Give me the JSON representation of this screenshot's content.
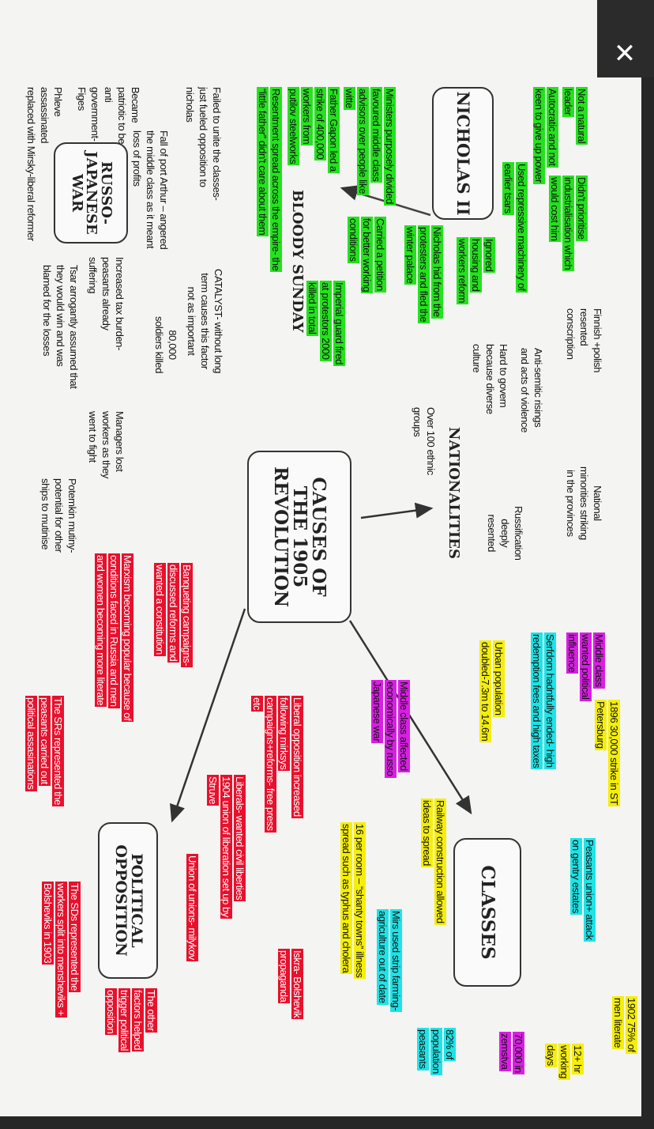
{
  "viewer": {
    "close_icon": "close-icon"
  },
  "colors": {
    "green": "#25e11f",
    "yellow": "#f5ee0a",
    "magenta": "#d81fe3",
    "cyan": "#1fe3e6",
    "red": "#e8112d"
  },
  "center": {
    "title": "CAUSES OF\nTHE 1905\nREVOLUTION"
  },
  "nicholas": {
    "title": "NICHOLAS II",
    "points": [
      "Not a natural\nleader",
      "Autocratic and not\nkeen to give up power",
      "Didn't prioritise\nindustrialisation which\nwould cost him",
      "Used repressive machinery of\nearlier tsars",
      "Ignored\nhousing and\nworkers reform",
      "Ministers purposely divided\nfavoured middle class\nadvisors over people like\nwitte"
    ]
  },
  "bloody_sunday": {
    "title": "BLOODY SUNDAY",
    "points": [
      "Father Gapon led a\nstrike of 400,000\nworkers from\nputilov steelworks",
      "Nicholas hid from the\nprotesters and fled the\nwinter palace",
      "Carried a petition\nfor better working\nconditions",
      "Imperial guard fired\nat protestors 2000\nkilled in total",
      "Resentment spread across the empire- the\n“little father” didn't care about them"
    ]
  },
  "war": {
    "title": "RUSSO-\nJAPANESE\nWAR",
    "catalyst": "CATALYST- without long\nterm causes this factor\nnot as important",
    "points": [
      "Failed to unite the classes-\njust fueled opposition to\nnicholas",
      "Fall of port Arthur – angered\nthe middle class as it meant\nloss of profits",
      "80,000\nsoldiers killed",
      "Became\npatriotic to be\nanti\ngovernment-\nFiges",
      "Increased tax burden-\npeasants already\nsuffering",
      "Managers lost\nworkers as they\nwent to fight",
      "Phleve\nassassinated\nreplaced with Mirsky-liberal reformer",
      "Tsar arrogantly assumed that\nthey would win and was\nblamed for the losses",
      "Potemkin mutiny-\npotential for other\nships to mutinise"
    ]
  },
  "nationalities": {
    "title": "NATIONALITIES",
    "points": [
      "Finnish +polish\nresented\nconscription",
      "Anti-semitic risings\nand acts of violence",
      "Hard to govern\nbecause diverse\nculture",
      "Over 100 ethnic\ngroups",
      "National\nminorities striking\nin the provinces",
      "Russification\ndeeply\nresented"
    ]
  },
  "classes": {
    "title": "CLASSES",
    "points": [
      "Middle class\nwanted political\ninfluence",
      "1896 30,000 strike in ST\nPetersburg",
      "Serfdom hadntfully ended- high\nredemption fees and high taxes",
      "Urban population\ndoubled-7.3m to 14.6m",
      "Peasants union+ attack\non gentry estates",
      "Railway construction allowed\nideas to spread",
      "Middle class affected\neconomically by russo\nJapanese war",
      "16 per room – “shanty towns” illness\nspread such as typhus and cholera",
      "Mirs used strip farming-\nagriculture out of date",
      "82% of\npopulation\npeasants",
      "1902 75% of\nmen literate",
      "12+ hr\nworking\ndays",
      "70,000 in\nzemstva"
    ]
  },
  "political": {
    "title": "POLITICAL\nOPPOSITION",
    "points": [
      "Banqueting campaigns-\ndiscussed reforms and\nwanted a constitution",
      "Marxism becoming popular because of\nconditions faced in Russia and men\nand women becoming more literate",
      "Liberal opposition increased\nfollowing mirksys\ncampaigns+reforms- free press\netc",
      "The SRs represented the\npeasants carried out\npolitical assasinations",
      "Liberals- wanted civil liberties\n1904 union of liberation set up by\nStruve",
      "Union of unions- milykov",
      "Iskra- Bolshevik\npropaganda",
      "The SDs represented the\nworkers split into mensheviks +\nBolsheviks in 1903",
      "The other\nfactors helped\ntrigger political\nopposition"
    ]
  }
}
